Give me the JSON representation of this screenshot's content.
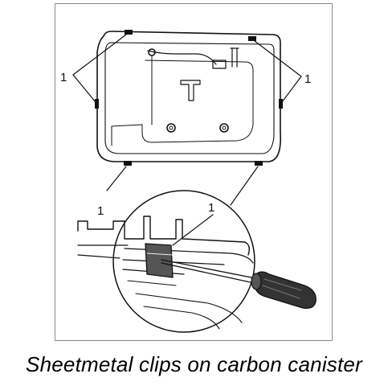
{
  "callouts": {
    "top_left": "1",
    "top_right": "1",
    "detail_left": "1",
    "detail_clip": "1"
  },
  "caption": "Sheetmetal clips on carbon canister",
  "colors": {
    "line": "#111111",
    "frame": "#8a8a8a",
    "clip": "#555555"
  }
}
